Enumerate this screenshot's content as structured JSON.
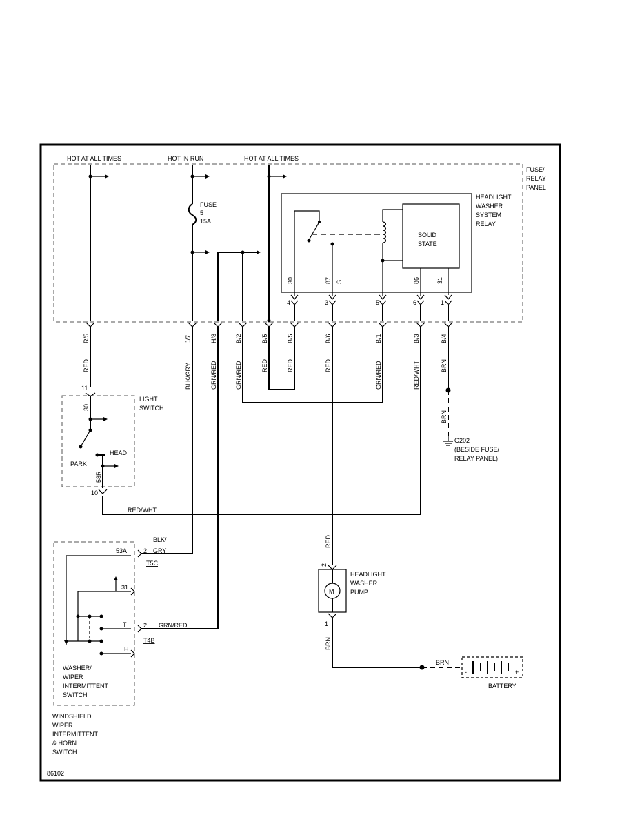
{
  "supply": {
    "hot_all_times_1": "HOT AT ALL TIMES",
    "hot_in_run": "HOT IN RUN",
    "hot_all_times_2": "HOT AT ALL TIMES"
  },
  "fuse_panel": {
    "label_1": "FUSE/",
    "label_2": "RELAY",
    "label_3": "PANEL"
  },
  "fuse": {
    "label": "FUSE",
    "number": "5",
    "rating": "15A"
  },
  "relay": {
    "label_1": "HEADLIGHT",
    "label_2": "WASHER",
    "label_3": "SYSTEM",
    "label_4": "RELAY",
    "solid_state_1": "SOLID",
    "solid_state_2": "STATE",
    "pin_30": "30",
    "pin_87": "87",
    "pin_s": "S",
    "pin_86": "86",
    "pin_31": "31",
    "term_4": "4",
    "term_3": "3",
    "term_5": "5",
    "term_6": "6",
    "term_1": "1"
  },
  "connectors": {
    "r5": "R/5",
    "j7": "J/7",
    "h8": "H/8",
    "b2": "B/2",
    "b5a": "B/5",
    "b5b": "B/5",
    "b6": "B/6",
    "b1": "B/1",
    "b3": "B/3",
    "b4": "B/4"
  },
  "wires": {
    "red": "RED",
    "blk_gry": "BLK/GRY",
    "grn_red": "GRN/RED",
    "red_wht": "RED/WHT",
    "brn": "BRN",
    "blk": "BLK/",
    "gry": "GRY"
  },
  "light_switch": {
    "label_1": "LIGHT",
    "label_2": "SWITCH",
    "pin_11": "11",
    "pin_30": "30",
    "pin_10": "10",
    "pin_58r": "58R",
    "park": "PARK",
    "head": "HEAD"
  },
  "ground": {
    "id": "G202",
    "desc_1": "(BESIDE FUSE/",
    "desc_2": "RELAY PANEL)"
  },
  "washer_switch": {
    "pin_53a": "53A",
    "pin_2a": "2",
    "pin_31": "31",
    "pin_t": "T",
    "pin_2b": "2",
    "pin_h": "H",
    "conn_t5c": "T5C",
    "conn_t4b": "T4B",
    "label_1": "WASHER/",
    "label_2": "WIPER",
    "label_3": "INTERMITTENT",
    "label_4": "SWITCH"
  },
  "windshield_switch": {
    "label_1": "WINDSHIELD",
    "label_2": "WIPER",
    "label_3": "INTERMITTENT",
    "label_4": "& HORN",
    "label_5": "SWITCH"
  },
  "pump": {
    "label_1": "HEADLIGHT",
    "label_2": "WASHER",
    "label_3": "PUMP",
    "pin_2": "2",
    "pin_1": "1",
    "motor": "M"
  },
  "battery": {
    "label": "BATTERY",
    "minus": "-",
    "plus": "+"
  },
  "figure_id": "86102"
}
